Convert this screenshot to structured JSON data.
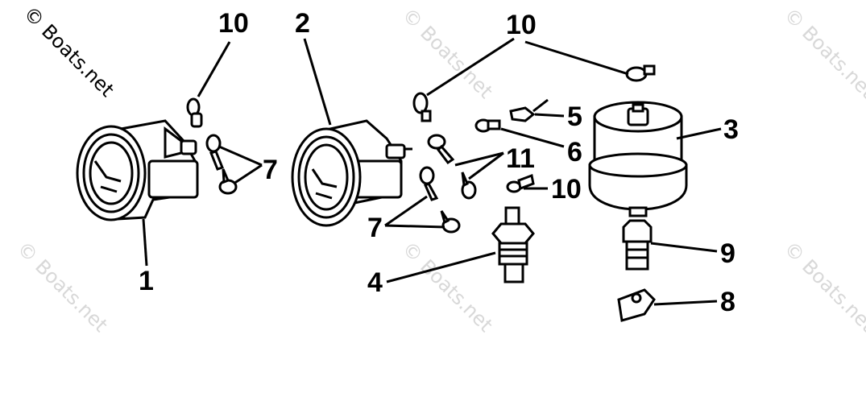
{
  "watermark": {
    "text": "© Boats.net"
  },
  "callouts": {
    "c1": "1",
    "c2": "2",
    "c3": "3",
    "c4": "4",
    "c5": "5",
    "c6": "6",
    "c7a": "7",
    "c7b": "7",
    "c8": "8",
    "c9": "9",
    "c10a": "10",
    "c10b": "10",
    "c10c": "10",
    "c11": "11"
  }
}
